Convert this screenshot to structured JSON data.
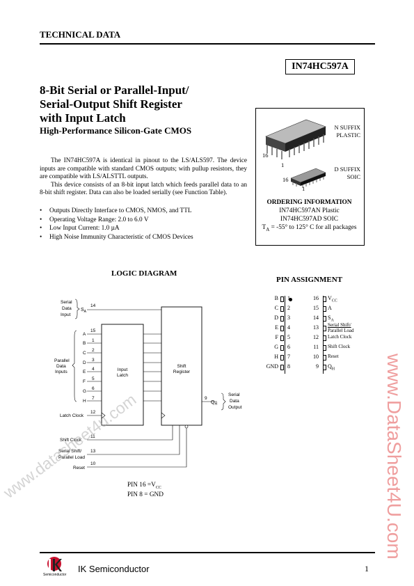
{
  "header": {
    "section": "TECHNICAL DATA",
    "part_number": "IN74HC597A"
  },
  "title": {
    "lines": [
      "8-Bit Serial or Parallel-Input/",
      "Serial-Output Shift Register",
      "with Input Latch"
    ],
    "subtitle": "High-Performance Silicon-Gate CMOS"
  },
  "description": {
    "p1": "The IN74HC597A is identical in pinout to the LS/ALS597. The device inputs are compatible with standard CMOS outputs; with pullup resistors, they are compatible with LS/ALSTTL outputs.",
    "p2": "This device consists of an 8-bit input latch which feeds parallel data to an 8-bit shift register. Data can also be loaded serially (see Function Table)."
  },
  "features": [
    "Outputs Directly Interface to CMOS, NMOS, and TTL",
    "Operating Voltage Range: 2.0 to 6.0 V",
    "Low Input Current: 1.0 µA",
    "High Noise Immunity Characteristic of CMOS Devices"
  ],
  "packages": {
    "n_suffix": "N SUFFIX",
    "n_type": "PLASTIC",
    "d_suffix": "D SUFFIX",
    "d_type": "SOIC",
    "n_pin16": "16",
    "n_pin1": "1",
    "d_pin16": "16",
    "d_pin1": "1"
  },
  "ordering": {
    "title": "ORDERING INFORMATION",
    "line1": "IN74HC597AN Plastic",
    "line2": "IN74HC597AD SOIC",
    "temp_prefix": "T",
    "temp_sub": "A",
    "temp_rest": " = -55° to 125° C for all packages"
  },
  "logic_diagram": {
    "title": "LOGIC DIAGRAM",
    "serial_data_input": [
      "Serial",
      "Data",
      "Input"
    ],
    "sa_label": "S",
    "sa_sub": "A",
    "sa_pin": "14",
    "parallel_inputs_label": [
      "Parallel",
      "Data",
      "Inputs"
    ],
    "inputs": [
      {
        "name": "A",
        "pin": "15"
      },
      {
        "name": "B",
        "pin": "1"
      },
      {
        "name": "C",
        "pin": "2"
      },
      {
        "name": "D",
        "pin": "3"
      },
      {
        "name": "E",
        "pin": "4"
      },
      {
        "name": "F",
        "pin": "5"
      },
      {
        "name": "G",
        "pin": "6"
      },
      {
        "name": "H",
        "pin": "7"
      }
    ],
    "input_latch": [
      "Input",
      "Latch"
    ],
    "shift_register": [
      "Shift",
      "Register"
    ],
    "output_pin": "9",
    "output_name": "Q",
    "output_sub": "H",
    "output_label": [
      "Serial",
      "Data",
      "Output"
    ],
    "latch_clock": {
      "label": "Latch Clock",
      "pin": "12"
    },
    "shift_clock": {
      "label": "Shift Clock",
      "pin": "11"
    },
    "serial_shift": {
      "label1": "Serial Shift/",
      "label2": "Parallel Load",
      "pin": "13"
    },
    "reset": {
      "label": "Reset",
      "pin": "10"
    },
    "vcc_note": "PIN 16 =V",
    "vcc_sub": "CC",
    "gnd_note": "PIN 8 = GND"
  },
  "pin_assignment": {
    "title": "PIN ASSIGNMENT",
    "left": [
      {
        "name": "B",
        "pin": "1"
      },
      {
        "name": "C",
        "pin": "2"
      },
      {
        "name": "D",
        "pin": "3"
      },
      {
        "name": "E",
        "pin": "4"
      },
      {
        "name": "F",
        "pin": "5"
      },
      {
        "name": "G",
        "pin": "6"
      },
      {
        "name": "H",
        "pin": "7"
      },
      {
        "name": "GND",
        "pin": "8"
      }
    ],
    "right": [
      {
        "pin": "16",
        "name": "V",
        "sub": "CC"
      },
      {
        "pin": "15",
        "name": "A",
        "sub": ""
      },
      {
        "pin": "14",
        "name": "S",
        "sub": "A"
      },
      {
        "pin": "13",
        "name": "Serial Shift/",
        "name2": "Parallel Load"
      },
      {
        "pin": "12",
        "name": "Latch Clock",
        "sub": ""
      },
      {
        "pin": "11",
        "name": "Shift Clock",
        "sub": ""
      },
      {
        "pin": "10",
        "name": "Reset",
        "sub": ""
      },
      {
        "pin": "9",
        "name": "Q",
        "sub": "H"
      }
    ]
  },
  "footer": {
    "logo_text": "IK",
    "logo_caption": "Semiconductor",
    "company": "IK Semiconductor",
    "page": "1"
  },
  "watermarks": {
    "diagonal": "www.datasheet4u.com",
    "side": "www.DataSheet4U.com"
  }
}
